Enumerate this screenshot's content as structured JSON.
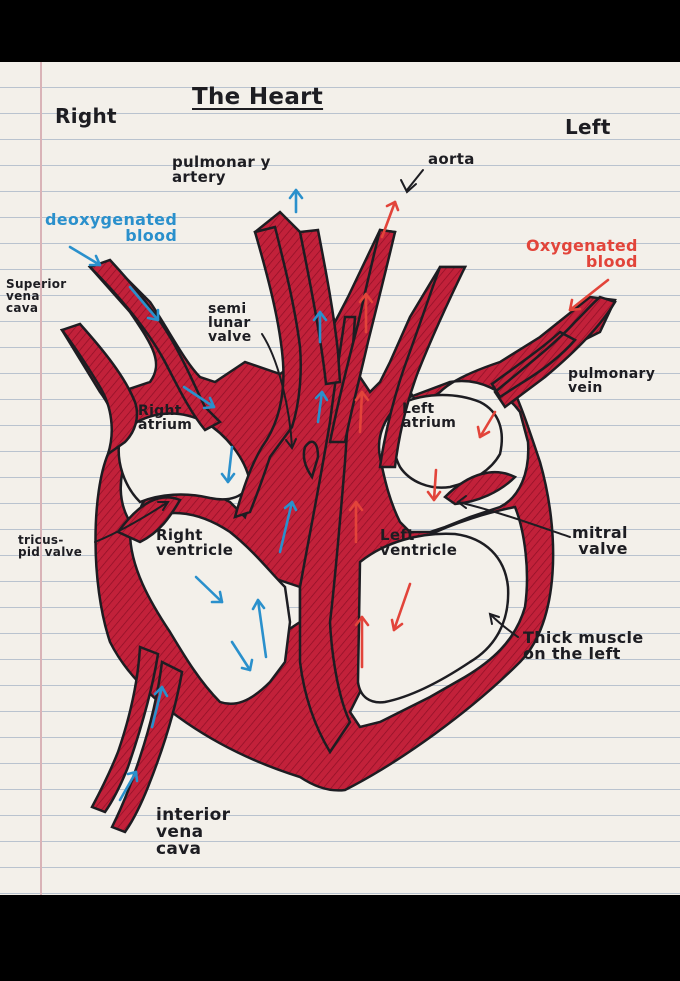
{
  "title": "The Heart",
  "sides": {
    "right": "Right",
    "left": "Left"
  },
  "labels": {
    "pulmonary_artery": "pulmonar y\nartery",
    "aorta": "aorta",
    "deoxygenated_blood": "deoxygenated\nblood",
    "oxygenated_blood": "Oxygenated\nblood",
    "superior_vena_cava": "Superior\nvena\ncava",
    "semi_lunar_valve": "semi\nlunar\nvalve",
    "pulmonary_vein": "pulmonary\nvein",
    "right_atrium": "Right\natrium",
    "left_atrium": "Left\natrium",
    "tricuspid_valve": "tricus-\npid valve",
    "right_ventricle": "Right\nventricle",
    "left_ventricle": "Left\nventricle",
    "mitral_valve": "mitral\nvalve",
    "thick_muscle": "Thick muscle\non the left",
    "inferior_vena_cava": "interior\nvena\ncava"
  },
  "colors": {
    "paper": "#f3f0ea",
    "rule_line": "#b9c3cf",
    "margin_line": "#d9b3b7",
    "muscle": "#c2213a",
    "outline": "#1d1d22",
    "deoxygenated_arrow": "#2a90cc",
    "oxygenated_arrow": "#e2443a"
  }
}
